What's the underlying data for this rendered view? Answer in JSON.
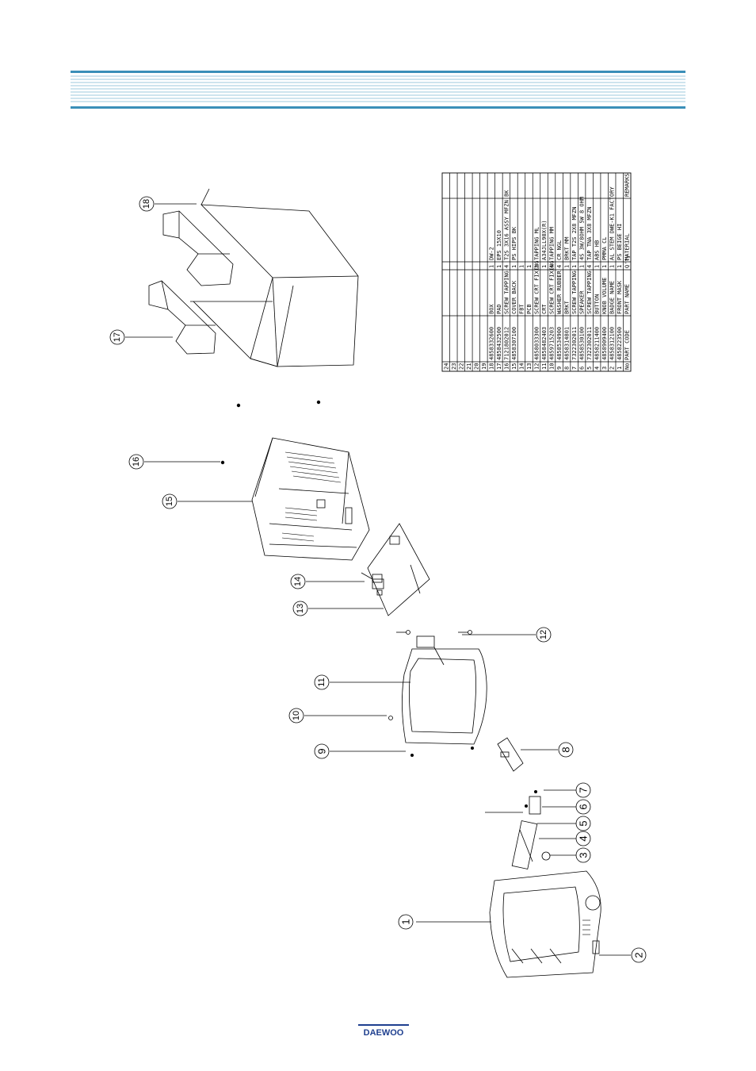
{
  "brand": {
    "logo_text": "DAEWOO"
  },
  "callouts": [
    "1",
    "2",
    "3",
    "4",
    "5",
    "6",
    "7",
    "8",
    "9",
    "10",
    "11",
    "12",
    "13",
    "14",
    "15",
    "16",
    "17",
    "18"
  ],
  "parts_table": {
    "headers": {
      "no": "No",
      "code": "PART CODE",
      "name": "PART NAME",
      "qty": "Q'ty",
      "material": "MATERIAL",
      "remarks": "REMARKS"
    },
    "rows": [
      {
        "no": "1",
        "code": "4858223500",
        "name": "FRONT MASK",
        "qty": "1",
        "material": "PS BEIGE HI",
        "remarks": ""
      },
      {
        "no": "2",
        "code": "4858312100",
        "name": "BADGE NAME",
        "qty": "1",
        "material": "AL STEM DWE-K1 FACTORY",
        "remarks": ""
      },
      {
        "no": "3",
        "code": "4858909400",
        "name": "KNOB VOLUME",
        "qty": "1",
        "material": "PMMA CL",
        "remarks": ""
      },
      {
        "no": "4",
        "code": "4858211400",
        "name": "BUTTON",
        "qty": "1",
        "material": "ABS HB",
        "remarks": ""
      },
      {
        "no": "5",
        "code": "7322302011",
        "name": "SCREW TAPPING",
        "qty": "4",
        "material": "TAP TNA 3X8 MFZN",
        "remarks": ""
      },
      {
        "no": "6",
        "code": "4858530100",
        "name": "SPEAKER",
        "qty": "1",
        "material": "4S 3W/8OHM 5W 8 OHM",
        "remarks": ""
      },
      {
        "no": "7",
        "code": "7322302011",
        "name": "SCREW TAPPING",
        "qty": "1",
        "material": "TAP T2S 2X8 MFZN",
        "remarks": ""
      },
      {
        "no": "8",
        "code": "4858314801",
        "name": "BRKT",
        "qty": "1",
        "material": "BRKT MM",
        "remarks": ""
      },
      {
        "no": "9",
        "code": "4858534900",
        "name": "WASHER RUBBER",
        "qty": "4",
        "material": "CR NGL",
        "remarks": ""
      },
      {
        "no": "10",
        "code": "4859715203",
        "name": "SCREW CRT FIXING",
        "qty": "4",
        "material": "TAPPING MM",
        "remarks": ""
      },
      {
        "no": "11",
        "code": "4858482403",
        "name": "CRT",
        "qty": "1",
        "material": "A34JLL90X(R)",
        "remarks": ""
      },
      {
        "no": "12",
        "code": "4858033300",
        "name": "SCREW CRT FIXING",
        "qty": "2",
        "material": "TAPPING ML",
        "remarks": ""
      },
      {
        "no": "13",
        "code": "",
        "name": "PCB",
        "qty": "1",
        "material": "",
        "remarks": ""
      },
      {
        "no": "14",
        "code": "",
        "name": "FBT",
        "qty": "1",
        "material": "",
        "remarks": ""
      },
      {
        "no": "15",
        "code": "4858307100",
        "name": "COVER BACK",
        "qty": "1",
        "material": "PS HIPS BK",
        "remarks": ""
      },
      {
        "no": "16",
        "code": "7121802012",
        "name": "SCREW TAPPING",
        "qty": "4",
        "material": "T2S 3X16 ASSY MFZN BK",
        "remarks": ""
      },
      {
        "no": "17",
        "code": "4858432500",
        "name": "PAD",
        "qty": "1",
        "material": "EPS 15X10",
        "remarks": ""
      },
      {
        "no": "18",
        "code": "4858332600",
        "name": "BOX",
        "qty": "1",
        "material": "DW-2",
        "remarks": ""
      },
      {
        "no": "19",
        "code": "",
        "name": "",
        "qty": "",
        "material": "",
        "remarks": ""
      },
      {
        "no": "20",
        "code": "",
        "name": "",
        "qty": "",
        "material": "",
        "remarks": ""
      },
      {
        "no": "21",
        "code": "",
        "name": "",
        "qty": "",
        "material": "",
        "remarks": ""
      },
      {
        "no": "22",
        "code": "",
        "name": "",
        "qty": "",
        "material": "",
        "remarks": ""
      },
      {
        "no": "23",
        "code": "",
        "name": "",
        "qty": "",
        "material": "",
        "remarks": ""
      },
      {
        "no": "24",
        "code": "",
        "name": "",
        "qty": "",
        "material": "",
        "remarks": ""
      }
    ]
  }
}
